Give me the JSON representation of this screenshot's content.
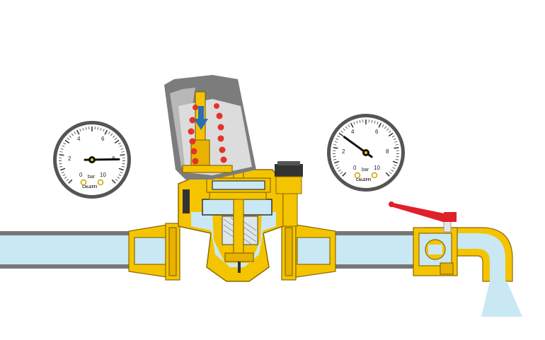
{
  "gauge_left": {
    "ticks": [
      "0",
      "2",
      "4",
      "6",
      "8",
      "10"
    ],
    "unit": "bar",
    "brand": "CALEFFI",
    "reading": 8.3
  },
  "gauge_right": {
    "ticks": [
      "0",
      "2",
      "4",
      "6",
      "8",
      "10"
    ],
    "unit": "bar",
    "brand": "CALEFFI",
    "reading": 3.0
  },
  "colors": {
    "pipe_water": "#c9e8f4",
    "pipe_wall": "#777777",
    "brass": "#f5c400",
    "brass_edge": "#8a6a00",
    "spring": "#e2342a",
    "handle": "#e0212a",
    "cap": "#7c7c7c",
    "arrow": "#2a6fb5"
  }
}
